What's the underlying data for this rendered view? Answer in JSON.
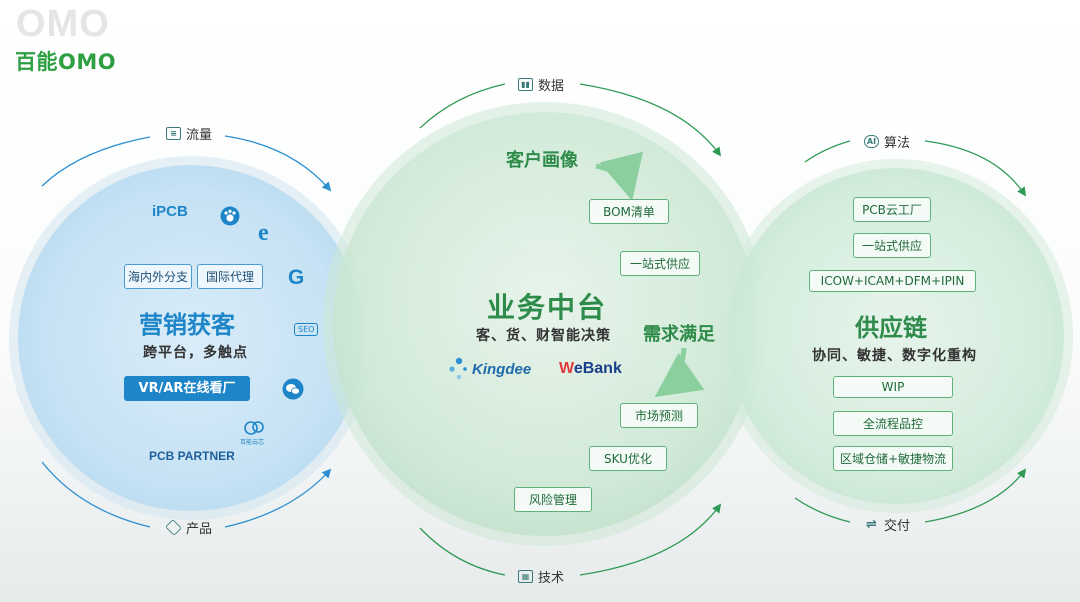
{
  "watermark": "OMO",
  "title": "百能OMO",
  "arc_labels": {
    "flow": "流量",
    "product": "产品",
    "data": "数据",
    "tech": "技术",
    "algo": "算法",
    "delivery": "交付"
  },
  "left": {
    "logos": {
      "ipcb": "iPCB",
      "partner": "PCB PARTNER",
      "baineng": "百能云芯"
    },
    "tags": [
      "海内外分支",
      "国际代理"
    ],
    "heading": "营销获客",
    "sub": "跨平台，多触点",
    "button": "VR/AR在线看厂",
    "side_icons": [
      "paw-icon",
      "ie-icon",
      "google-icon",
      "seo-icon",
      "wechat-icon"
    ],
    "seo": "SEO"
  },
  "center": {
    "heading": "业务中台",
    "sub": "客、货、财智能决策",
    "label_top": "客户画像",
    "label_mid": "需求满足",
    "brands": {
      "kingdee": "Kingdee",
      "webank": "WeBank"
    },
    "tags": [
      "BOM清单",
      "一站式供应",
      "市场预测",
      "SKU优化",
      "风险管理"
    ]
  },
  "right": {
    "heading": "供应链",
    "sub": "协同、敏捷、数字化重构",
    "top_tags": [
      "PCB云工厂",
      "一站式供应",
      "ICOW+ICAM+DFM+IPIN"
    ],
    "bottom_tags": [
      "WIP",
      "全流程品控",
      "区域仓储+敏捷物流"
    ]
  },
  "colors": {
    "green": "#2ea043",
    "blue": "#1e86c8",
    "arrow_blue": "#2b8fd0",
    "arrow_green": "#2f9a55"
  }
}
